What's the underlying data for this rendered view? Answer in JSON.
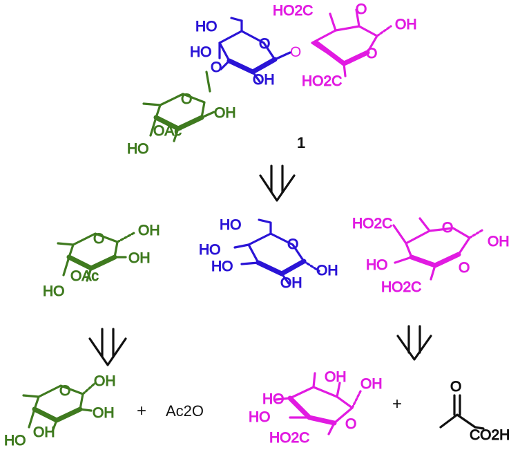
{
  "colors": {
    "green": "#3f7a1f",
    "blue": "#2a14d6",
    "magenta": "#e11be1",
    "black": "#111111"
  },
  "compound": {
    "number": "1",
    "blue_labels": [
      "HO",
      "HO",
      "O",
      "O",
      "OH"
    ],
    "magenta_labels": [
      "HO2C",
      "O",
      "OH",
      "O",
      "HO2C",
      "O"
    ],
    "green_labels": [
      "O",
      "OH",
      "OAc",
      "HO"
    ],
    "linker_label": "O"
  },
  "fragments": {
    "green": [
      "O",
      "OH",
      "OH",
      "OAc",
      "HO"
    ],
    "blue": [
      "HO",
      "O",
      "HO",
      "HO",
      "OH",
      "OH"
    ],
    "magenta": [
      "HO2C",
      "O",
      "OH",
      "HO",
      "O",
      "HO2C"
    ]
  },
  "products": {
    "green": [
      "O",
      "OH",
      "OH",
      "HO",
      "OH"
    ],
    "plus_1": "+",
    "reagent": "Ac2O",
    "magenta": [
      "HO",
      "HO",
      "O",
      "OH",
      "OH",
      "HO2C"
    ],
    "plus_2": "+",
    "pyruvic": [
      "O",
      "CO2H"
    ]
  }
}
